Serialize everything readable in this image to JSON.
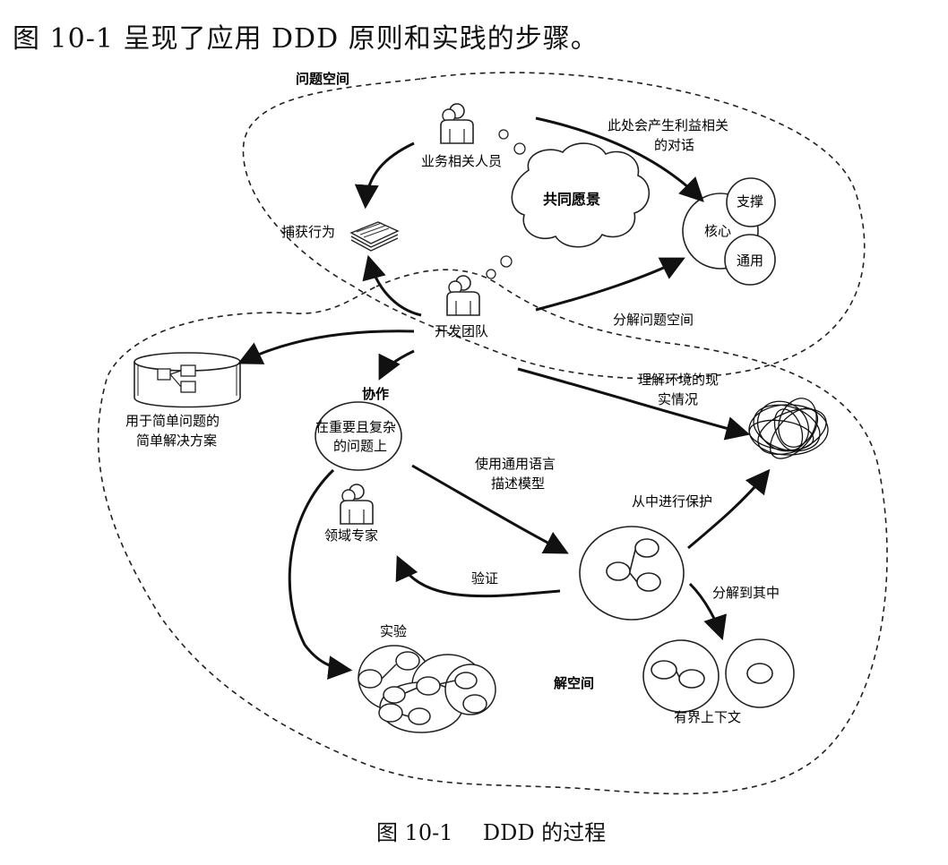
{
  "page": {
    "intro": "图 10-1 呈现了应用 DDD 原则和实践的步骤。",
    "caption_number": "图 10-1",
    "caption_title": "DDD 的过程"
  },
  "diagram": {
    "problem_space": "问题空间",
    "solution_space": "解空间",
    "stakeholders": "业务相关人员",
    "capture_behavior": "捕获行为",
    "shared_vision": "共同愿景",
    "value_conversation_1": "此处会产生利益相关",
    "value_conversation_2": "的对话",
    "core": "核心",
    "supporting": "支撑",
    "generic": "通用",
    "dev_team": "开发团队",
    "decompose_problem": "分解问题空间",
    "simple_solution_1": "用于简单问题的",
    "simple_solution_2": "简单解决方案",
    "collaborate": "协作",
    "focus_1": "在重要且复杂",
    "focus_2": "的问题上",
    "understand_reality_1": "理解环境的现",
    "understand_reality_2": "实情况",
    "ubiquitous_language_1": "使用通用语言",
    "ubiquitous_language_2": "描述模型",
    "domain_experts": "领域专家",
    "protect": "从中进行保护",
    "validate": "验证",
    "decompose_into": "分解到其中",
    "experiment": "实验",
    "bounded_context": "有界上下文"
  }
}
